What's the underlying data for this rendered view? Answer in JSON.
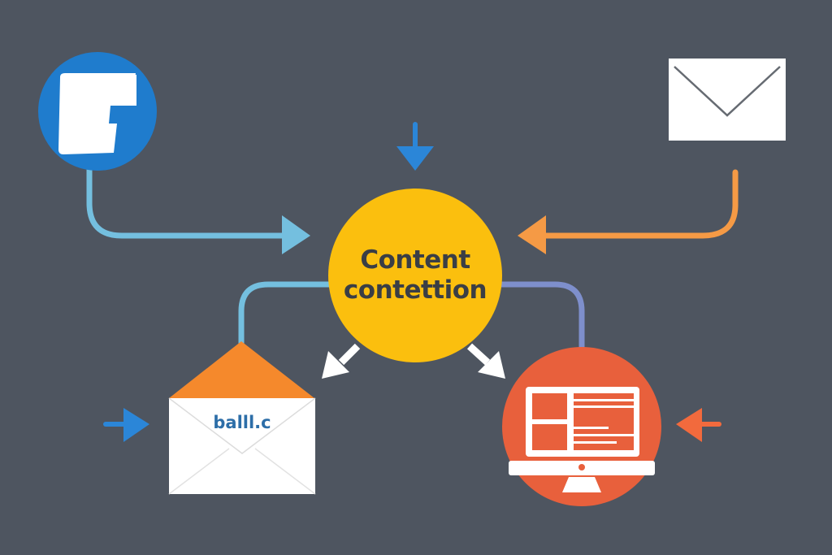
{
  "diagram": {
    "hub": {
      "line1": "Content",
      "line2": "contettion",
      "color": "#fbbf0e",
      "text_color": "#3a3e45"
    },
    "nodes": [
      {
        "id": "facebook",
        "icon": "facebook-f-icon",
        "color": "#1f7ccd"
      },
      {
        "id": "mail-top-right",
        "icon": "envelope-closed-icon",
        "color": "#ffffff"
      },
      {
        "id": "email-open",
        "icon": "envelope-open-icon",
        "label": "balll.c",
        "flap_color": "#f5892c",
        "label_color": "#2d6ea8"
      },
      {
        "id": "website",
        "icon": "desktop-monitor-icon",
        "color": "#e8603c"
      }
    ],
    "connectors": [
      {
        "from": "facebook",
        "to": "hub",
        "color": "#74bfdf"
      },
      {
        "from": "mail-top-right",
        "to": "hub",
        "color": "#f59a45"
      },
      {
        "from": "hub",
        "to": "email-open",
        "color": "#74bfdf"
      },
      {
        "from": "hub",
        "to": "website",
        "color": "#7e8fcc"
      }
    ],
    "arrows": [
      {
        "position": "top-center",
        "direction": "down",
        "color": "#2b86d8"
      },
      {
        "position": "left-bottom",
        "direction": "right",
        "color": "#2b86d8"
      },
      {
        "position": "right-bottom",
        "direction": "left",
        "color": "#f26a3d"
      },
      {
        "position": "hub-lower-left",
        "direction": "down-left",
        "color": "#ffffff"
      },
      {
        "position": "hub-lower-right",
        "direction": "down-right",
        "color": "#ffffff"
      }
    ],
    "background": "#4e5560"
  }
}
